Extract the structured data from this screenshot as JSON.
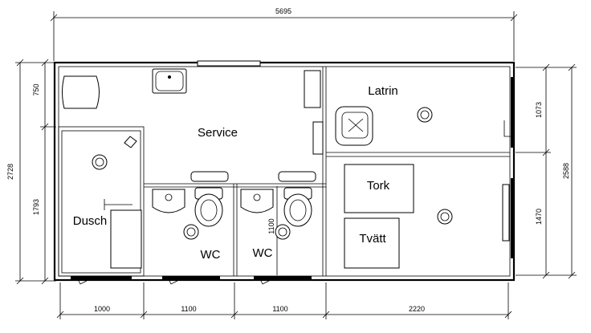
{
  "dimensions": {
    "top": "5695",
    "left_total": "2728",
    "left_upper": "750",
    "left_lower": "1793",
    "right_total": "2588",
    "right_upper": "1073",
    "right_lower": "1470",
    "bottom": [
      "1000",
      "1100",
      "1100",
      "2220"
    ],
    "wc_inner": "1100"
  },
  "rooms": {
    "service": "Service",
    "latrin": "Latrin",
    "dusch": "Dusch",
    "wc1": "WC",
    "wc2": "WC",
    "tork": "Tork",
    "tvatt": "Tvätt"
  }
}
